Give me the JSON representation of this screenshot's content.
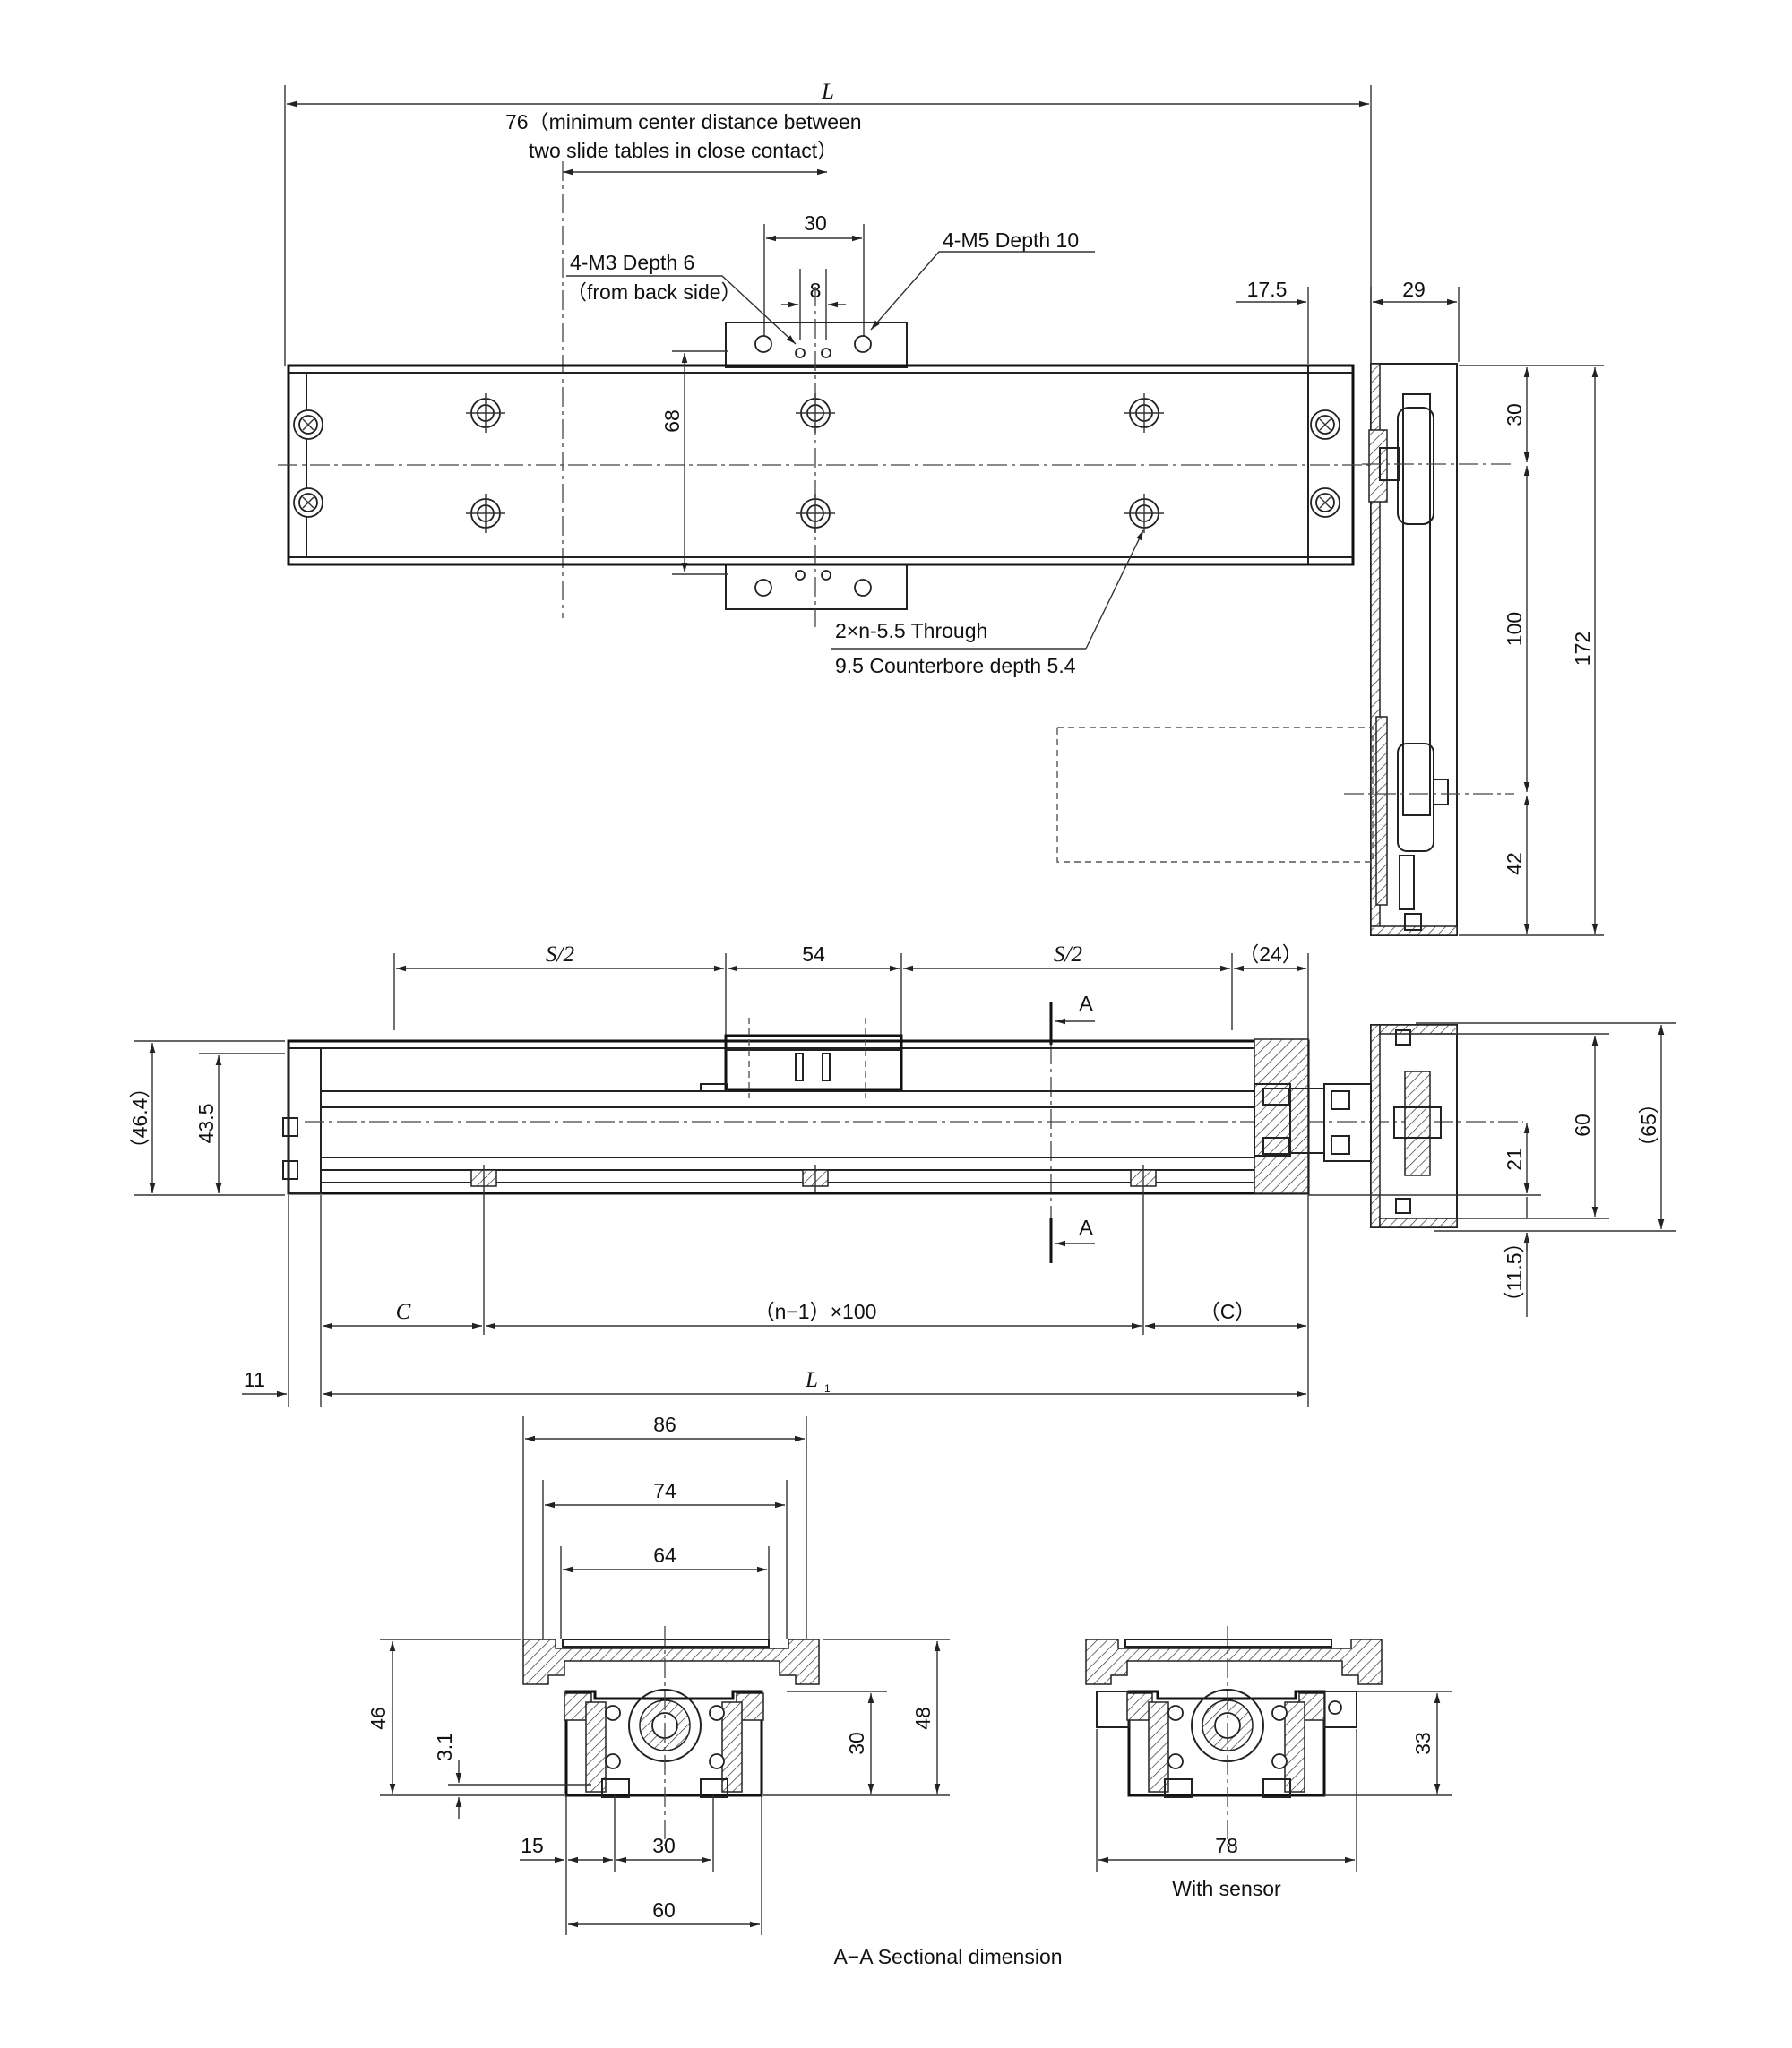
{
  "dims": {
    "L": "L",
    "min_center_1": "76（minimum center distance between",
    "min_center_2": "two slide tables in close contact）",
    "d30_top": "30",
    "m3_1": "4-M3 Depth 6",
    "m3_2": "（from back side）",
    "d8": "8",
    "m5": "4-M5 Depth 10",
    "d17_5": "17.5",
    "d29": "29",
    "d68": "68",
    "d30_right": "30",
    "d100": "100",
    "d172": "172",
    "d42": "42",
    "thru_1": "2×n-5.5 Through",
    "thru_2": "9.5 Counterbore depth 5.4",
    "s2_left": "S/2",
    "d54": "54",
    "s2_right": "S/2",
    "d24": "（24）",
    "sec_a_top": "A",
    "sec_a_bot": "A",
    "d46_4": "（46.4）",
    "d43_5": "43.5",
    "d60_right": "60",
    "d65": "（65）",
    "d21": "21",
    "d11_5": "（11.5）",
    "C": "C",
    "n100": "（n−1）×100",
    "Cp": "（C）",
    "d11": "11",
    "L1": "L",
    "L1_sub": "1",
    "d86": "86",
    "d74": "74",
    "d64": "64",
    "d46": "46",
    "d3_1": "3.1",
    "d30_sec": "30",
    "d48": "48",
    "d15": "15",
    "d30_bot": "30",
    "d60_bot": "60",
    "d33": "33",
    "d78": "78",
    "with_sensor": "With sensor",
    "section_caption": "A−A Sectional dimension"
  }
}
